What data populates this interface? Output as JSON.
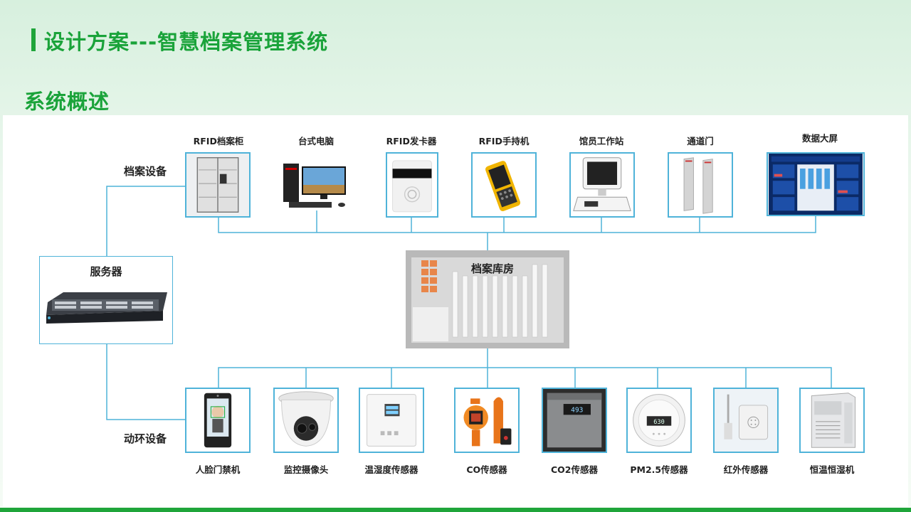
{
  "header": {
    "title": "设计方案---智慧档案管理系统",
    "section": "系统概述"
  },
  "groups": {
    "archive_equipment": "档案设备",
    "env_equipment": "动环设备"
  },
  "server": {
    "label": "服务器"
  },
  "archive_room": {
    "label": "档案库房"
  },
  "top_devices": [
    {
      "label": "RFID档案柜",
      "icon": "archive-cabinet-icon"
    },
    {
      "label": "台式电脑",
      "icon": "desktop-computer-icon"
    },
    {
      "label": "RFID发卡器",
      "icon": "card-issuer-icon"
    },
    {
      "label": "RFID手持机",
      "icon": "handheld-reader-icon"
    },
    {
      "label": "馆员工作站",
      "icon": "workstation-icon"
    },
    {
      "label": "通道门",
      "icon": "gate-icon"
    },
    {
      "label": "数据大屏",
      "icon": "big-screen-icon"
    }
  ],
  "bottom_devices": [
    {
      "label": "人脸门禁机",
      "icon": "face-access-icon"
    },
    {
      "label": "监控摄像头",
      "icon": "camera-icon"
    },
    {
      "label": "温湿度传感器",
      "icon": "temp-humidity-sensor-icon"
    },
    {
      "label": "CO传感器",
      "icon": "co-sensor-icon"
    },
    {
      "label": "CO2传感器",
      "icon": "co2-sensor-icon"
    },
    {
      "label": "PM2.5传感器",
      "icon": "pm25-sensor-icon"
    },
    {
      "label": "红外传感器",
      "icon": "infrared-sensor-icon"
    },
    {
      "label": "恒温恒湿机",
      "icon": "hvac-icon"
    }
  ],
  "colors": {
    "accent": "#1aa33a",
    "line": "#4fb3d9"
  },
  "device_readouts": {
    "co2": "493",
    "pm25": "630"
  }
}
